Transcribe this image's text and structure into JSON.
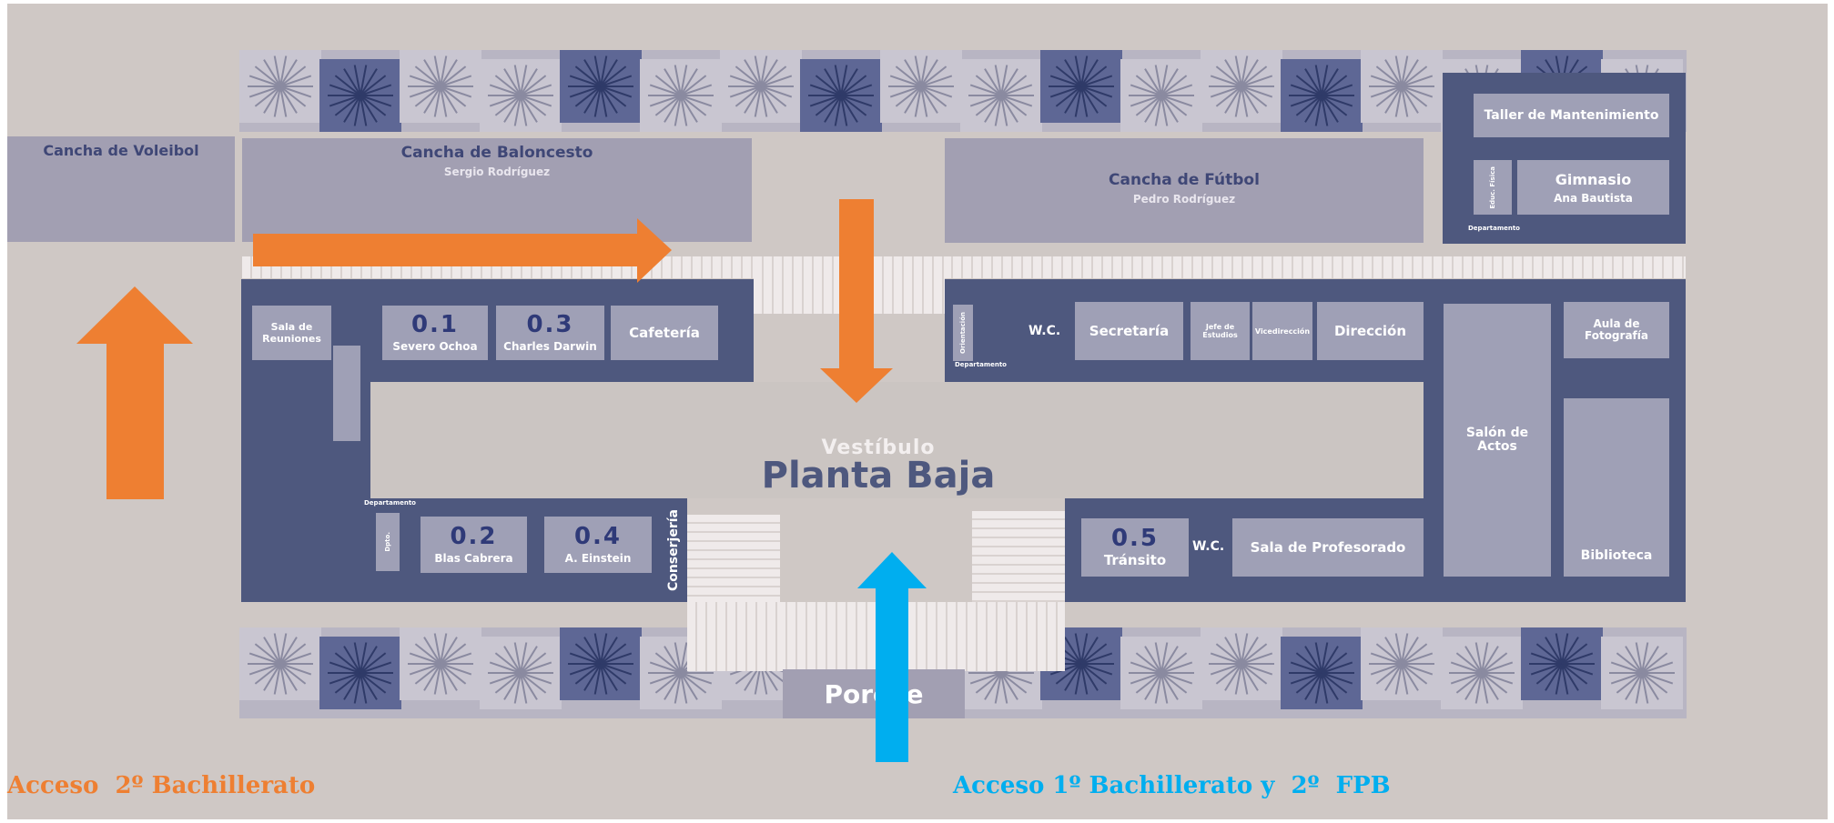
{
  "map": {
    "title": "Planta Baja",
    "subtitle": "Vestíbulo",
    "porch": "Porche"
  },
  "courts": {
    "volleyball": "Cancha de Voleibol",
    "basketball": {
      "name": "Cancha de Baloncesto",
      "person": "Sergio Rodríguez"
    },
    "football": {
      "name": "Cancha de Fútbol",
      "person": "Pedro Rodríguez"
    }
  },
  "rooms": {
    "taller": "Taller de Mantenimiento",
    "gimnasio": {
      "name": "Gimnasio",
      "person": "Ana Bautista"
    },
    "sala_reuniones": "Sala de Reuniones",
    "r01": {
      "num": "0.1",
      "name": "Severo Ochoa"
    },
    "r03": {
      "num": "0.3",
      "name": "Charles Darwin"
    },
    "cafeteria": "Cafetería",
    "orientacion": "Orientación",
    "wc_top": "W.C.",
    "secretaria": "Secretaría",
    "jefatura": "Jefe de Estudios",
    "vicedireccion": "Vicedirección",
    "direccion": "Dirección",
    "salon": "Salón de Actos",
    "aula_foto": "Aula de Fotografía",
    "departamento": "Departamento",
    "r02": {
      "num": "0.2",
      "name": "Blas Cabrera"
    },
    "r04": {
      "num": "0.4",
      "name": "A. Einstein"
    },
    "conserjeria": "Conserjería",
    "r05": {
      "num": "0.5",
      "name": "Tránsito"
    },
    "wc_bottom": "W.C.",
    "sala_profesorado": "Sala de Profesorado",
    "biblioteca": "Biblioteca",
    "educacion_fisica": "Educ. Física",
    "dept_small": "Dpto."
  },
  "access": {
    "left": "Acceso  2º Bachillerato",
    "right": "Acceso 1º Bachillerato y  2º  FPB"
  },
  "colors": {
    "orange": "#ee7f32",
    "blue": "#00aeef",
    "navy": "#4e587e"
  }
}
